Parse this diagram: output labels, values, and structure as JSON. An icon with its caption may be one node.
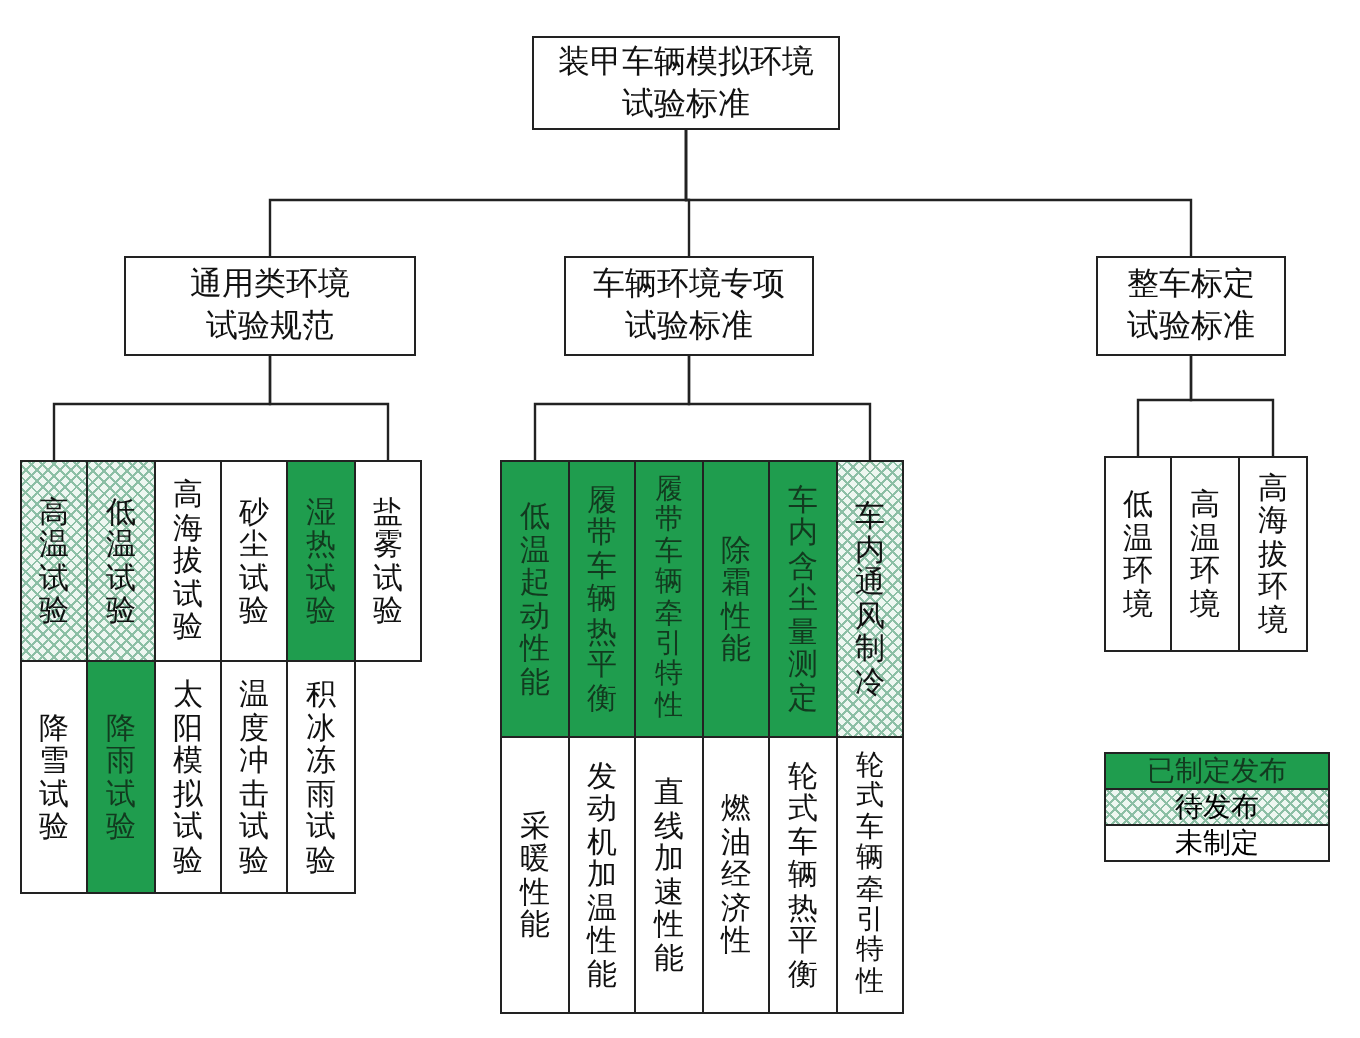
{
  "diagram": {
    "nodes": [
      {
        "text": [
          "装甲车辆模拟环境试验标准"
        ]
      },
      {
        "text": [
          "通用类环境试验规范"
        ]
      },
      {
        "text": [
          "车辆环境专项试验标准"
        ]
      },
      {
        "text": [
          "整车标定试验标准"
        ]
      },
      {
        "text": [
          "高温试验"
        ]
      },
      {
        "text": [
          "低温试验"
        ]
      },
      {
        "text": [
          "高海拔试验"
        ]
      },
      {
        "text": [
          "砂尘试验"
        ]
      },
      {
        "text": [
          "湿热试验"
        ]
      },
      {
        "text": [
          "盐雾试验"
        ]
      },
      {
        "text": [
          "降雪试验"
        ]
      },
      {
        "text": [
          "降雨试验"
        ]
      },
      {
        "text": [
          "太阳模拟试验"
        ]
      },
      {
        "text": [
          "温度冲击试验"
        ]
      },
      {
        "text": [
          "积冰冻雨试验"
        ]
      },
      {
        "text": [
          "低温起动性能"
        ]
      },
      {
        "text": [
          "履带车辆热平衡"
        ]
      },
      {
        "text": [
          "履带车辆牵引特性"
        ]
      },
      {
        "text": [
          "除霜性能"
        ]
      },
      {
        "text": [
          "车内含尘量测定"
        ]
      },
      {
        "text": [
          "车内通风制冷"
        ]
      },
      {
        "text": [
          "采暖性能"
        ]
      },
      {
        "text": [
          "发动机加温性能"
        ]
      },
      {
        "text": [
          "直线加速性能"
        ]
      },
      {
        "text": [
          "燃油经济性"
        ]
      },
      {
        "text": [
          "轮式车辆热平衡"
        ]
      },
      {
        "text": [
          "轮式车辆牵引特性"
        ]
      },
      {
        "text": [
          "低温环境"
        ]
      },
      {
        "text": [
          "高温环境"
        ]
      },
      {
        "text": [
          "高海拔环境"
        ]
      }
    ],
    "edges": [
      {
        "from": 0,
        "to": 1,
        "arrow": "none"
      },
      {
        "from": 0,
        "to": 2,
        "arrow": "none"
      },
      {
        "from": 0,
        "to": 3,
        "arrow": "none"
      },
      {
        "from": 1,
        "to": 4,
        "arrow": "none"
      },
      {
        "from": 1,
        "to": 9,
        "arrow": "none"
      },
      {
        "from": 2,
        "to": 15,
        "arrow": "none"
      },
      {
        "from": 2,
        "to": 20,
        "arrow": "none"
      },
      {
        "from": 3,
        "to": 27,
        "arrow": "none"
      },
      {
        "from": 3,
        "to": 29,
        "arrow": "none"
      }
    ],
    "legend": [
      {
        "text": "已制定发布",
        "color": "#1f9d4e"
      },
      {
        "text": "待发布"
      },
      {
        "text": "未制定",
        "color": "#ffffff"
      }
    ]
  }
}
